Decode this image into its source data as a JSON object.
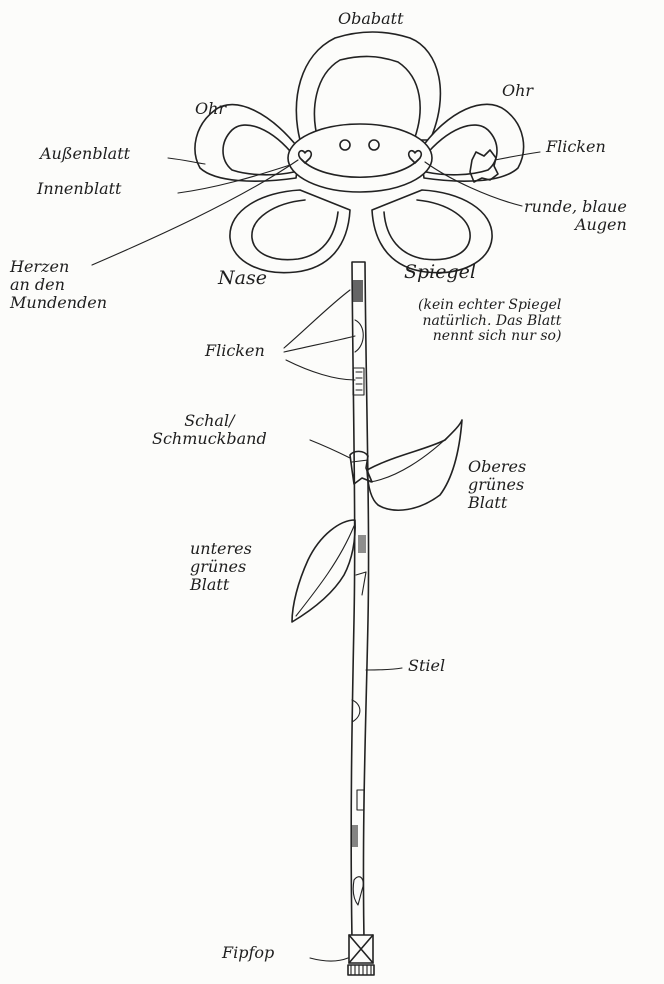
{
  "labels": {
    "obabatt": "Obabatt",
    "ohr_left": "Ohr",
    "ohr_right": "Ohr",
    "aussenblatt": "Außenblatt",
    "innenblatt": "Innenblatt",
    "flicken_top": "Flicken",
    "runde_blaue_augen": "runde, blaue\nAugen",
    "herzen_mundenden": "Herzen\nan den\nMundenden",
    "nase": "Nase",
    "spiegel": "Spiegel",
    "spiegel_note": "(kein echter Spiegel\nnatürlich. Das Blatt\nnennt sich nur so)",
    "flicken_stem": "Flicken",
    "schal": "Schal/\nSchmuckband",
    "oberes_blatt": "Oberes\ngrünes\nBlatt",
    "unteres_blatt": "unteres\ngrünes\nBlatt",
    "stiel": "Stiel",
    "fipfop": "Fipfop"
  },
  "colors": {
    "ink": "#222222",
    "paper": "#fcfcfa"
  }
}
